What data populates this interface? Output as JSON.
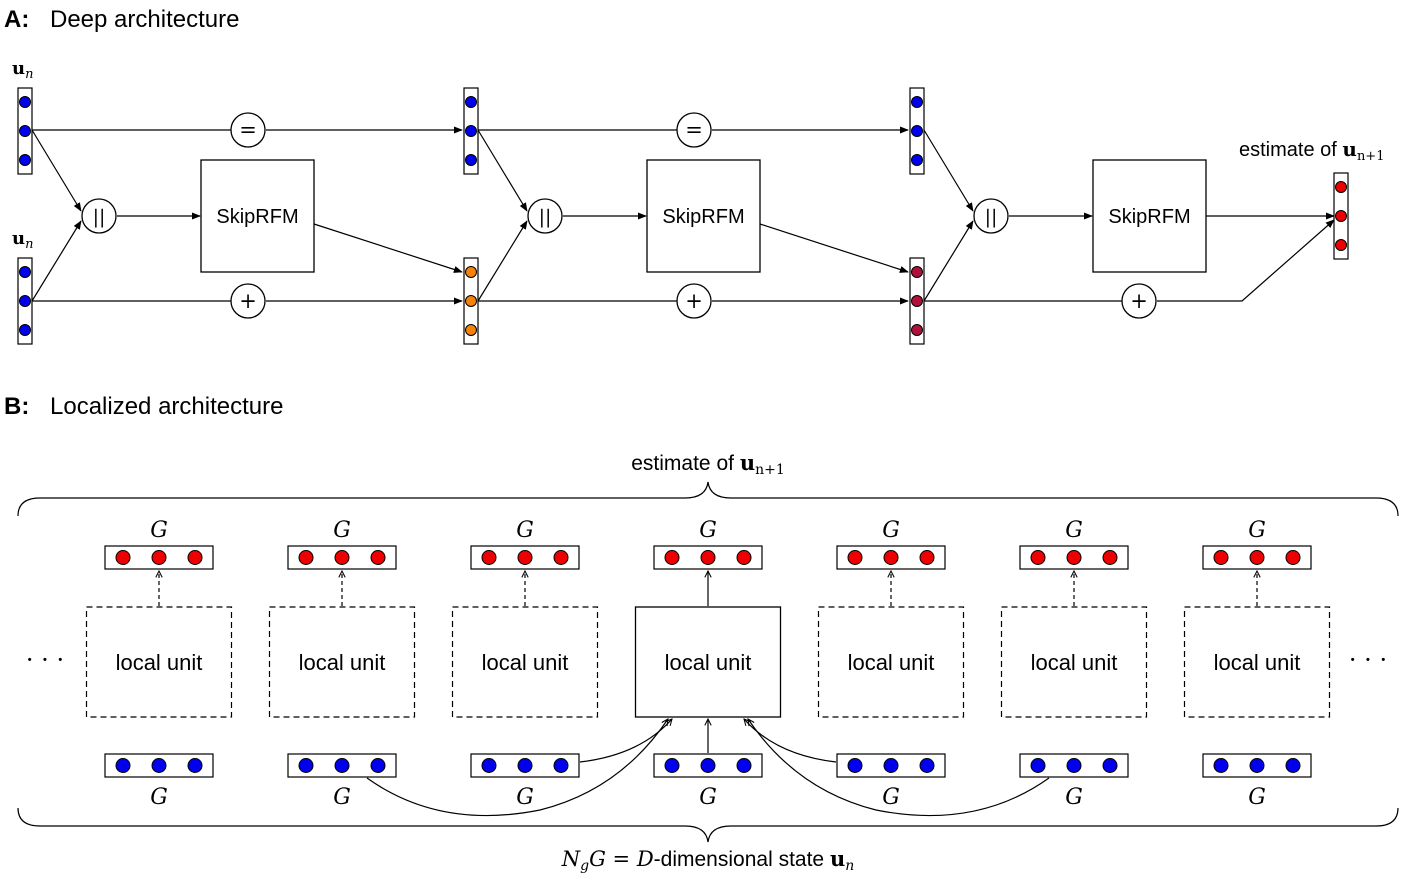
{
  "colors": {
    "input_node": "#0000ee",
    "layer1_node": "#f5820a",
    "layer2_node": "#b0103a",
    "output_node": "#ee0000"
  },
  "panel_a": {
    "letter": "A:",
    "title": "Deep architecture",
    "input_label_top": "u",
    "input_label_top_sub": "n",
    "input_label_bottom": "u",
    "input_label_bottom_sub": "n",
    "op_identity": "=",
    "op_concat": "||",
    "op_add": "+",
    "block_label": "SkipRFM",
    "output_label_text": "estimate of ",
    "output_label_var": "u",
    "output_label_sub": "n+1"
  },
  "panel_b": {
    "letter": "B:",
    "title": "Localized architecture",
    "top_label_text": "estimate of ",
    "top_label_var": "u",
    "top_label_sub": "n+1",
    "group_symbol": "G",
    "unit_label": "local unit",
    "ellipsis": "· · ·",
    "bottom_label_ng": "N",
    "bottom_label_ng_sub": "g",
    "bottom_label_g": "G",
    "bottom_label_eq": " = ",
    "bottom_label_d": "D",
    "bottom_label_text": "-dimensional state ",
    "bottom_label_var": "u",
    "bottom_label_sub": "n"
  }
}
